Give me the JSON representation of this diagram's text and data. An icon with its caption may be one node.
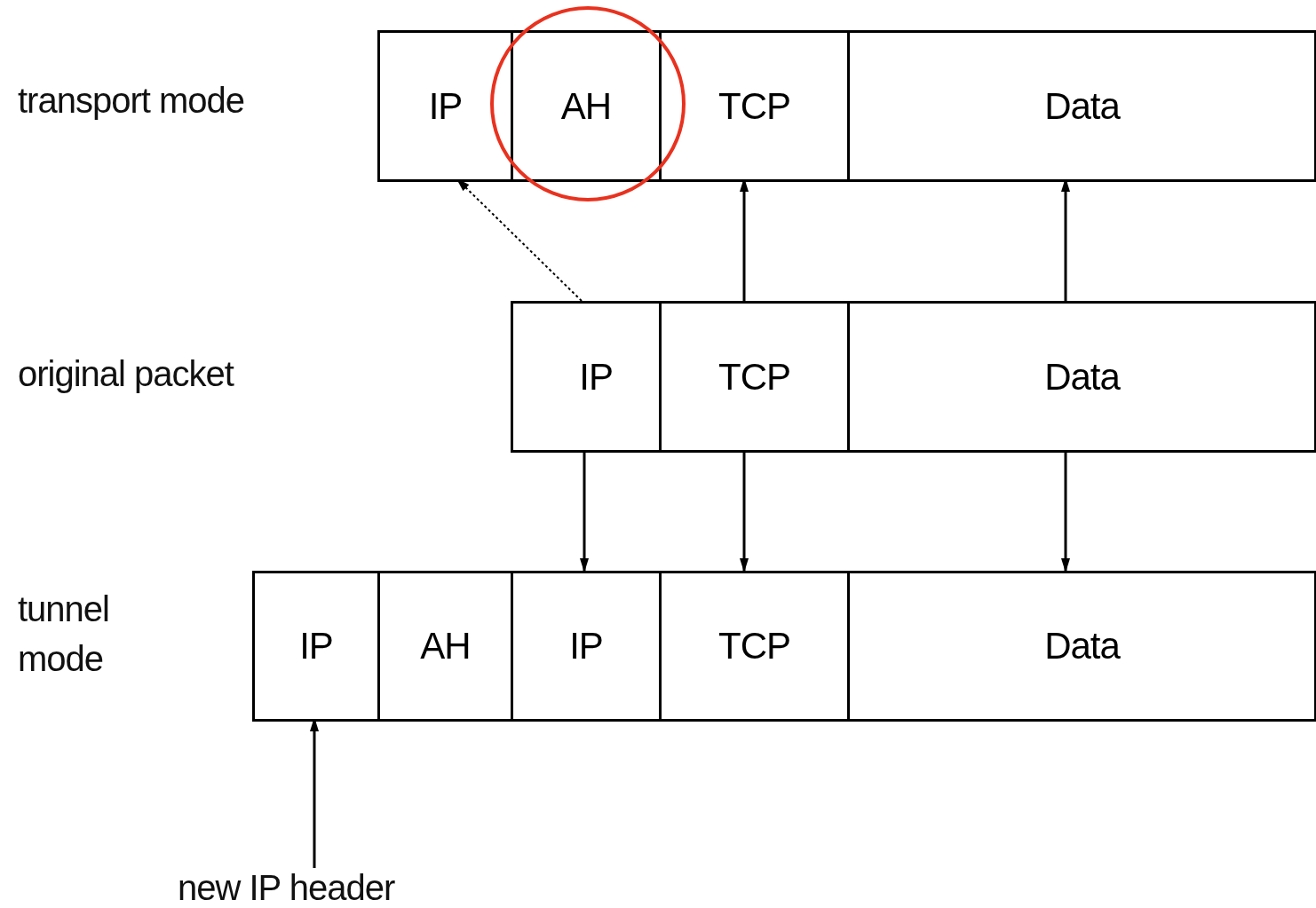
{
  "diagram": {
    "nodes": [
      {
        "text": [
          "IP"
        ]
      },
      {
        "text": [
          "AH"
        ]
      },
      {
        "text": [
          "TCP"
        ]
      },
      {
        "text": [
          "Data"
        ]
      },
      {
        "text": [
          "IP"
        ]
      },
      {
        "text": [
          "TCP"
        ]
      },
      {
        "text": [
          "Data"
        ]
      },
      {
        "text": [
          "IP"
        ]
      },
      {
        "text": [
          "AH"
        ]
      },
      {
        "text": [
          "IP"
        ]
      },
      {
        "text": [
          "TCP"
        ]
      },
      {
        "text": [
          "Data"
        ]
      },
      {
        "text": [
          "new IP header"
        ]
      }
    ],
    "edges": [
      {
        "from": 4,
        "to": 0,
        "arrow": "to",
        "style": "dashed"
      },
      {
        "from": 5,
        "to": 2,
        "arrow": "to"
      },
      {
        "from": 6,
        "to": 3,
        "arrow": "to"
      },
      {
        "from": 4,
        "to": 9,
        "arrow": "to"
      },
      {
        "from": 5,
        "to": 10,
        "arrow": "to"
      },
      {
        "from": 6,
        "to": 11,
        "arrow": "to"
      },
      {
        "from": 12,
        "to": 7,
        "arrow": "to"
      }
    ],
    "labels": [
      "transport mode",
      "original packet",
      "tunnel mode"
    ]
  }
}
